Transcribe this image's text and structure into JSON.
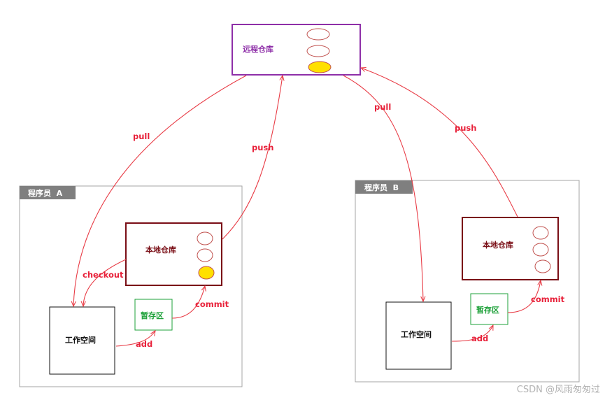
{
  "remote_repo": {
    "label": "远程仓库",
    "colors": {
      "border": "#8e2fa8",
      "text": "#8e2fa8"
    },
    "version_slots": [
      {
        "fill": "#ffffff"
      },
      {
        "fill": "#ffffff"
      },
      {
        "fill": "#ffe000"
      }
    ]
  },
  "programmer_a": {
    "tab_label": "程序员  A",
    "local_repo": {
      "label": "本地仓库",
      "version_slots": [
        {
          "fill": "#ffffff"
        },
        {
          "fill": "#ffffff"
        },
        {
          "fill": "#ffe000"
        }
      ]
    },
    "staging_label": "暂存区",
    "workspace_label": "工作空间"
  },
  "programmer_b": {
    "tab_label": "程序员  B",
    "local_repo": {
      "label": "本地仓库",
      "version_slots": [
        {
          "fill": "#ffffff"
        },
        {
          "fill": "#ffffff"
        },
        {
          "fill": "#ffffff"
        }
      ]
    },
    "staging_label": "暂存区",
    "workspace_label": "工作空间"
  },
  "arrows": {
    "a_pull": "pull",
    "a_push": "push",
    "a_checkout": "checkout",
    "a_commit": "commit",
    "a_add": "add",
    "b_pull": "pull",
    "b_push": "push",
    "b_commit": "commit",
    "b_add": "add"
  },
  "watermark": "CSDN @风雨匆匆过",
  "colors": {
    "arrow": "#e83b45",
    "arrow_label": "#e8213a",
    "local_border": "#7a0e16",
    "staging_border": "#1ea13a",
    "panel_tab": "#7f7f7f",
    "panel_border": "#a6a6a6",
    "slot_stroke": "#c0504d",
    "highlight": "#ffe000"
  }
}
